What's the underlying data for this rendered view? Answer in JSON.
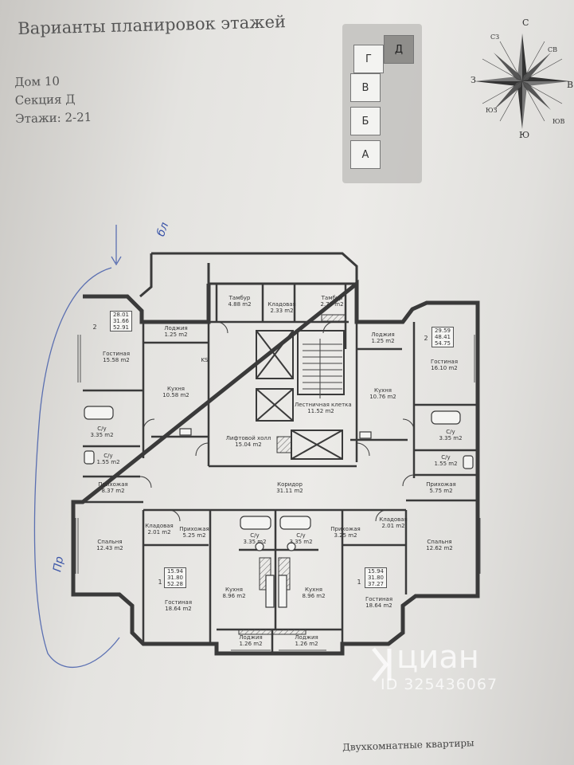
{
  "header": {
    "title": "Варианты планировок этажей",
    "house": "Дом 10",
    "section": "Секция Д",
    "floors": "Этажи: 2-21"
  },
  "section_key": {
    "sections": [
      "Г",
      "Д",
      "В",
      "Б",
      "А"
    ],
    "active": "Д"
  },
  "compass": {
    "n": "С",
    "s": "Ю",
    "w": "З",
    "e": "В",
    "nw": "СЗ",
    "ne": "СВ",
    "sw": "ЮЗ",
    "se": "ЮВ"
  },
  "rooms": {
    "tambur_left": {
      "name": "Тамбур",
      "area": "4.88 m2"
    },
    "kladovaya_top": {
      "name": "Кладовая",
      "area": "2.33 m2"
    },
    "tambur_right": {
      "name": "Тамбур",
      "area": "2.79 m2"
    },
    "lodzhia_tl": {
      "name": "Лоджия",
      "area": "1.25 m2"
    },
    "lodzhia_tr": {
      "name": "Лоджия",
      "area": "1.25 m2"
    },
    "gostinaya_tl": {
      "name": "Гостиная",
      "area": "15.58 m2"
    },
    "gostinaya_tr": {
      "name": "Гостиная",
      "area": "16.10 m2"
    },
    "kuhnya_tl": {
      "name": "Кухня",
      "area": "10.58 m2"
    },
    "kuhnya_tr": {
      "name": "Кухня",
      "area": "10.76 m2"
    },
    "stair": {
      "name": "Лестничная клетка",
      "area": "11.52 m2"
    },
    "lift_hall": {
      "name": "Лифтовой холл",
      "area": "15.04 m2"
    },
    "su_l1": {
      "name": "С/у",
      "area": "3.35 m2"
    },
    "su_l2": {
      "name": "С/у",
      "area": "1.55 m2"
    },
    "su_r1": {
      "name": "С/у",
      "area": "3.35 m2"
    },
    "su_r2": {
      "name": "С/у",
      "area": "1.55 m2"
    },
    "prihozh_l": {
      "name": "Прихожая",
      "area": "8.37 m2"
    },
    "prihozh_r": {
      "name": "Прихожая",
      "area": "5.75 m2"
    },
    "koridor": {
      "name": "Коридор",
      "area": "31.11 m2"
    },
    "spalnya_l": {
      "name": "Спальня",
      "area": "12.43 m2"
    },
    "spalnya_r": {
      "name": "Спальня",
      "area": "12.62 m2"
    },
    "klad_bl": {
      "name": "Кладовая",
      "area": "2.01 m2"
    },
    "klad_br": {
      "name": "Кладовая",
      "area": "2.01 m2"
    },
    "prihozh_bl": {
      "name": "Прихожая",
      "area": "5.25 m2"
    },
    "prihozh_br": {
      "name": "Прихожая",
      "area": "3.25 m2"
    },
    "su_bl": {
      "name": "С/у",
      "area": "3.35 m2"
    },
    "su_br": {
      "name": "С/у",
      "area": "3.35 m2"
    },
    "kuhnya_bl": {
      "name": "Кухня",
      "area": "8.96 m2"
    },
    "kuhnya_br": {
      "name": "Кухня",
      "area": "8.96 m2"
    },
    "gostinaya_bl": {
      "name": "Гостиная",
      "area": "18.64 m2"
    },
    "gostinaya_br": {
      "name": "Гостиная",
      "area": "18.64 m2"
    },
    "lodzhia_bl": {
      "name": "Лоджия",
      "area": "1.26 m2"
    },
    "lodzhia_br": {
      "name": "Лоджия",
      "area": "1.26 m2"
    }
  },
  "apt_tags": {
    "tl": [
      "28.01",
      "31.66",
      "52.91"
    ],
    "tr": [
      "29.59",
      "48.41",
      "54.75"
    ],
    "bl": [
      "15.94",
      "31.80",
      "52.28"
    ],
    "br": [
      "15.94",
      "31.80",
      "37.27"
    ]
  },
  "apt_numbers": {
    "tl": "2",
    "tr": "2",
    "bl": "1",
    "br": "1"
  },
  "ks_label": "KS",
  "legend": "Двухкомнатные квартиры",
  "watermark": {
    "brand": "циан",
    "id": "ID 325436067"
  },
  "handwriting": {
    "top": "бл",
    "left": "Пр"
  },
  "colors": {
    "wall": "#3a3a3a",
    "paper": "#ebeae7",
    "ink_blue": "#3b55a8",
    "hatch": "#555555"
  }
}
